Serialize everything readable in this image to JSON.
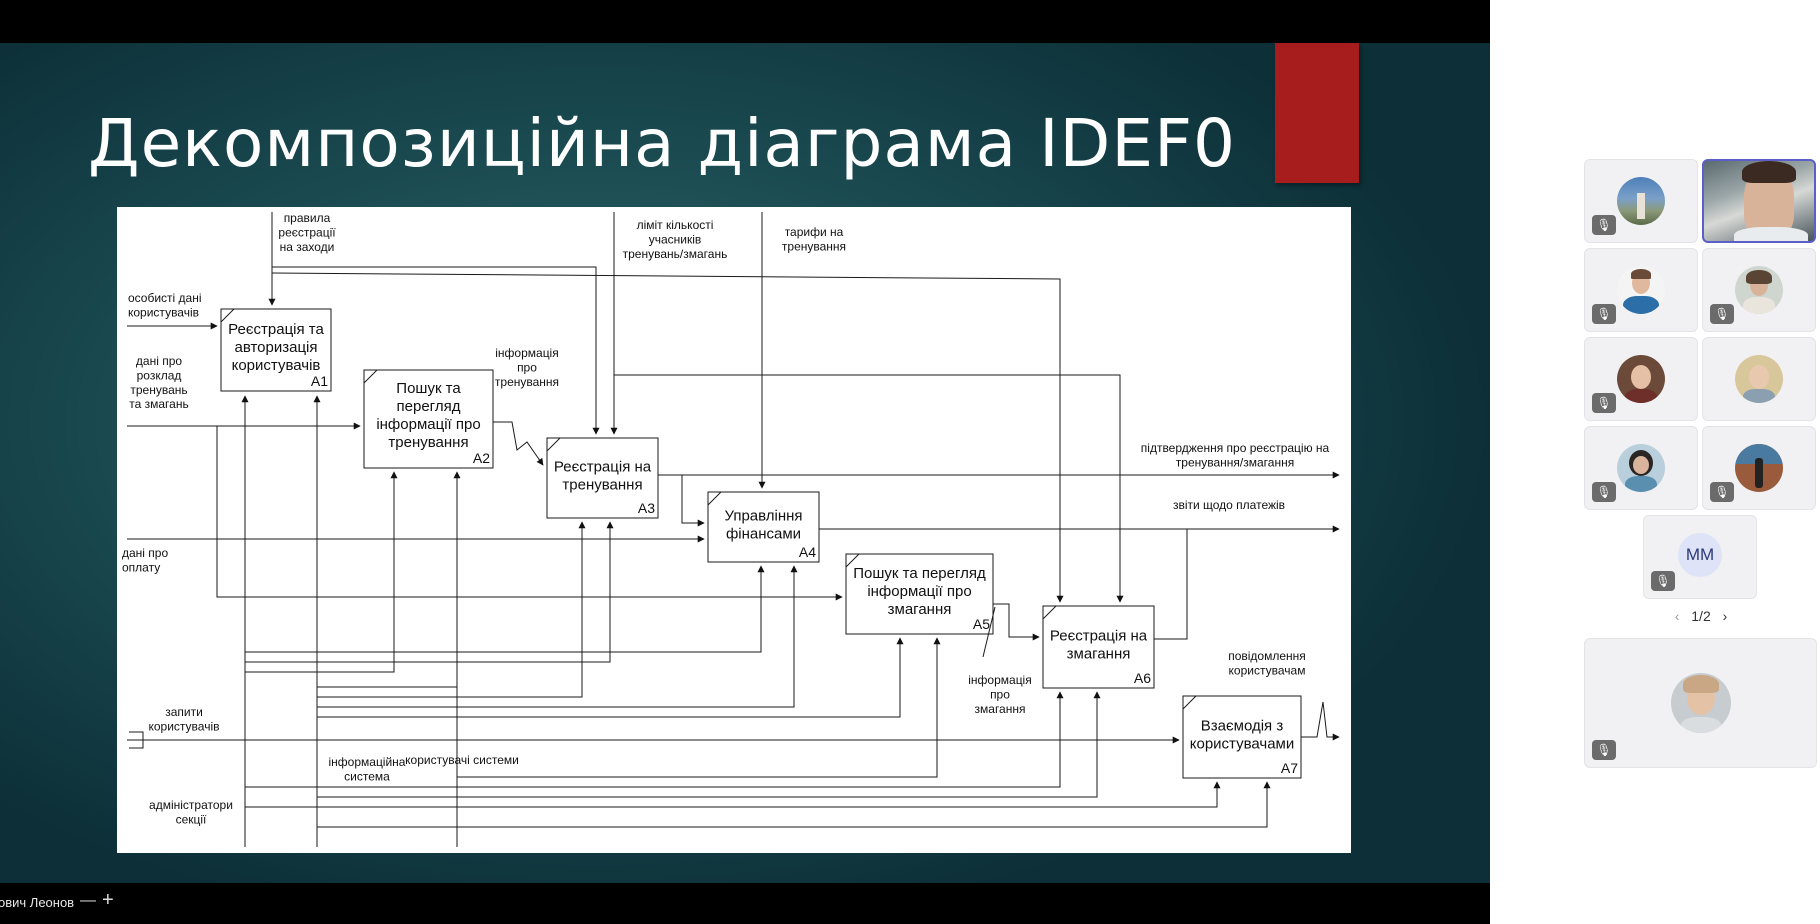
{
  "slide": {
    "title": "Декомпозиційна діаграма IDEF0",
    "accent_color": "#a71d1d"
  },
  "diagram": {
    "boxes": [
      {
        "id": "A1",
        "label": [
          "Реєстрація та",
          "авторизація",
          "користувачів"
        ],
        "code": "A1"
      },
      {
        "id": "A2",
        "label": [
          "Пошук та",
          "перегляд",
          "інформації про",
          "тренування"
        ],
        "code": "A2"
      },
      {
        "id": "A3",
        "label": [
          "Реєстрація на",
          "тренування"
        ],
        "code": "A3"
      },
      {
        "id": "A4",
        "label": [
          "Управління",
          "фінансами"
        ],
        "code": "A4"
      },
      {
        "id": "A5",
        "label": [
          "Пошук та перегляд",
          "інформації про",
          "змагання"
        ],
        "code": "A5"
      },
      {
        "id": "A6",
        "label": [
          "Реєстрація на",
          "змагання"
        ],
        "code": "A6"
      },
      {
        "id": "A7",
        "label": [
          "Взаємодія з",
          "користувачами"
        ],
        "code": "A7"
      }
    ],
    "arrow_labels": {
      "rules": [
        "правила",
        "реєстрації",
        "на заходи"
      ],
      "limit": [
        "ліміт кількості",
        "учасників",
        "тренувань/змагань"
      ],
      "tariffs": [
        "тарифи на",
        "тренування"
      ],
      "personal_data": [
        "особисті дані",
        "користувачів"
      ],
      "schedule": [
        "дані про",
        "розклад",
        "тренувань",
        "та змагань"
      ],
      "training_info": [
        "інформація",
        "про",
        "тренування"
      ],
      "payment_data": [
        "дані про",
        "оплату"
      ],
      "confirmation": [
        "підтвердження про реєстрацію на",
        "тренування/змагання"
      ],
      "payment_reports": [
        "звіти щодо платежів"
      ],
      "competition_info": [
        "інформація",
        "про",
        "змагання"
      ],
      "notifications": [
        "повідомлення",
        "користувачам"
      ],
      "user_requests": [
        "запити",
        "користувачів"
      ],
      "info_system": [
        "інформаційна",
        "система"
      ],
      "system_users": [
        "користувачі системи"
      ],
      "admins": [
        "адміністратори",
        "секції"
      ]
    }
  },
  "bottom_bar": {
    "presenter": "ович Леонов",
    "minus": "—",
    "plus": "+"
  },
  "participants": {
    "tiles": [
      {
        "kind": "photo",
        "muted": true
      },
      {
        "kind": "video",
        "muted": false
      },
      {
        "kind": "photo",
        "muted": true
      },
      {
        "kind": "photo",
        "muted": true
      },
      {
        "kind": "photo",
        "muted": true
      },
      {
        "kind": "photo",
        "muted": false
      },
      {
        "kind": "photo",
        "muted": true
      },
      {
        "kind": "photo",
        "muted": true
      },
      {
        "kind": "initials",
        "initials": "MM",
        "muted": true
      }
    ],
    "pager": {
      "prev": "‹",
      "page": "1/2",
      "next": "›"
    },
    "self_tile": {
      "muted": true
    }
  },
  "icons": {
    "mute": "mic-off-icon"
  }
}
